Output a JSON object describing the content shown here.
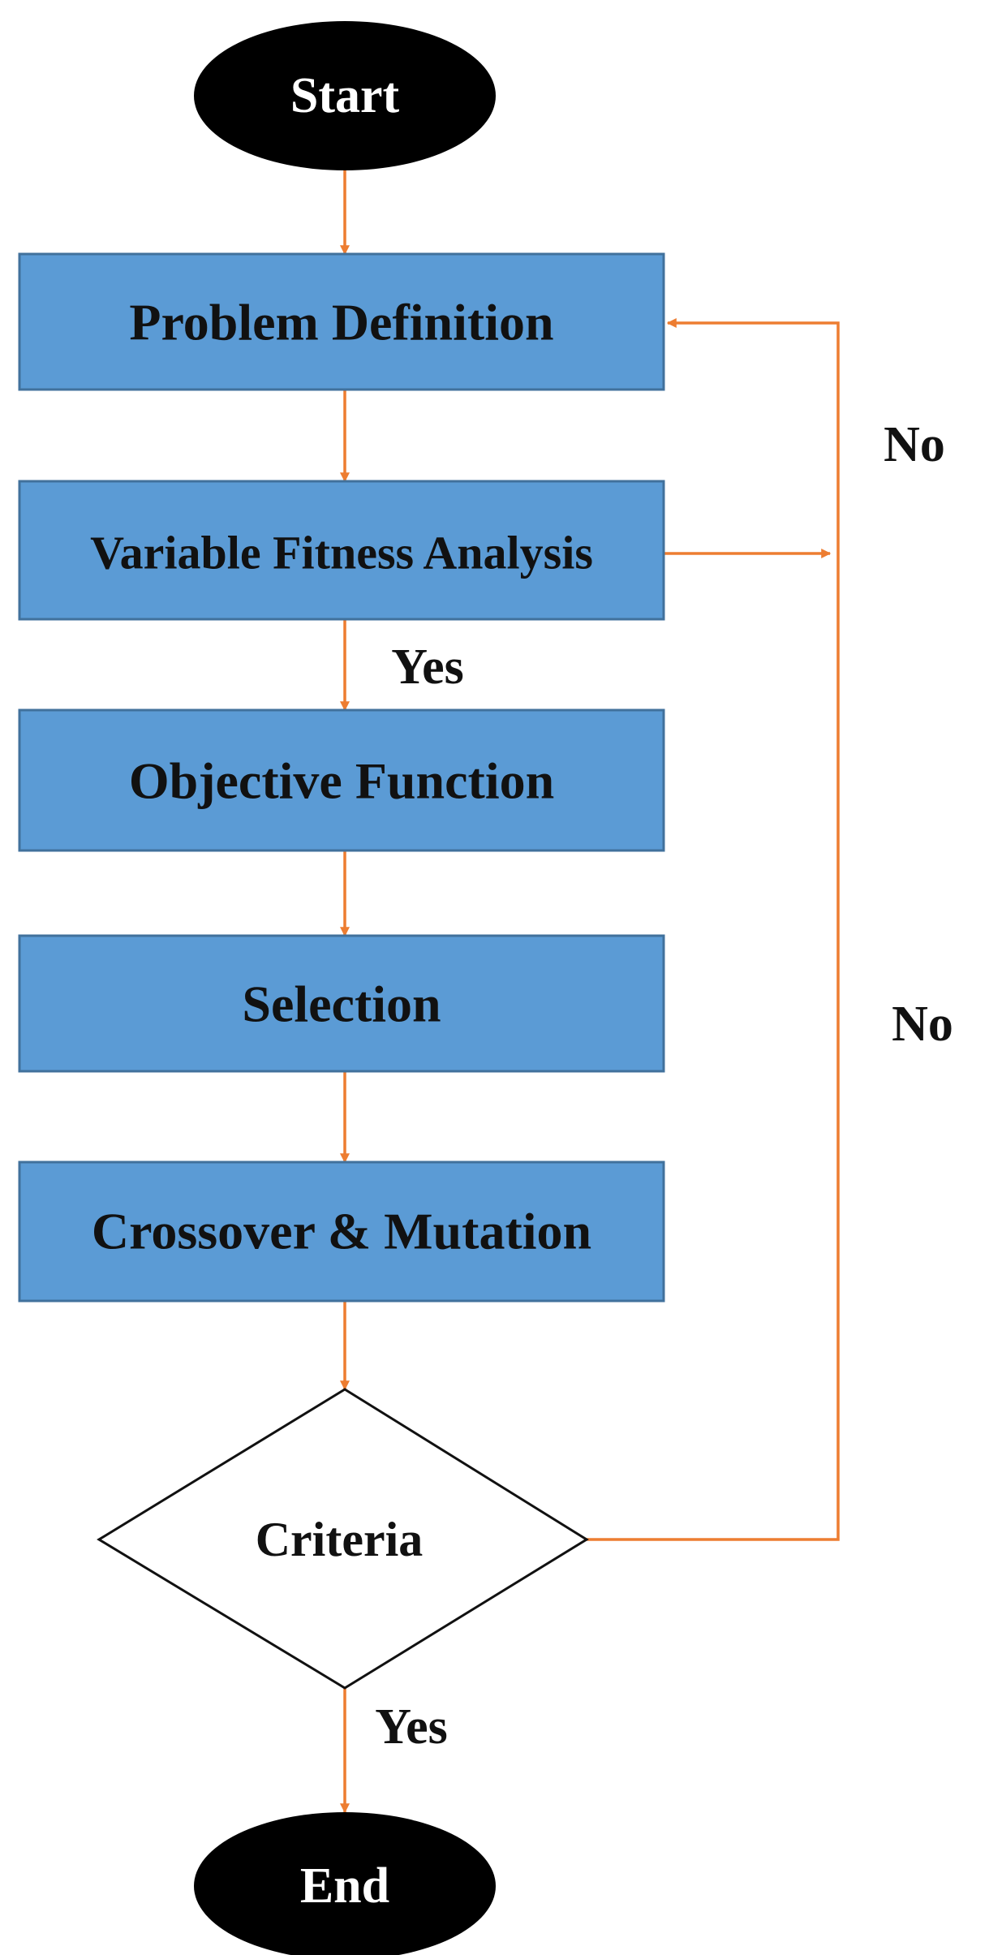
{
  "diagram": {
    "nodes": {
      "start": "Start",
      "problem_definition": "Problem Definition",
      "variable_fitness": "Variable Fitness Analysis",
      "objective_function": "Objective Function",
      "selection": "Selection",
      "crossover_mutation": "Crossover & Mutation",
      "criteria": "Criteria",
      "end": "End"
    },
    "edge_labels": {
      "no_top": "No",
      "no_bottom": "No",
      "yes_fitness": "Yes",
      "yes_criteria": "Yes"
    }
  },
  "colors": {
    "process_fill": "#5B9BD5",
    "process_border": "#41719C",
    "terminal_fill": "#000000",
    "terminal_text": "#ffffff",
    "arrow": "#ED7D31",
    "text": "#111111"
  }
}
